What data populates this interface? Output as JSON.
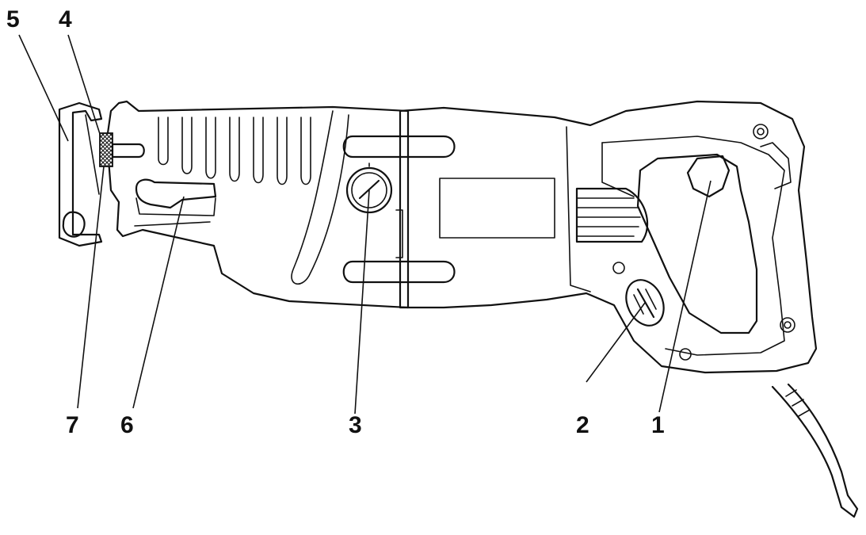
{
  "diagram": {
    "colors": {
      "housing_gray": "#c6c6c6",
      "outline": "#111111",
      "body_white": "#ffffff"
    },
    "callouts": [
      {
        "id": "1",
        "label": "1"
      },
      {
        "id": "2",
        "label": "2"
      },
      {
        "id": "3",
        "label": "3"
      },
      {
        "id": "4",
        "label": "4"
      },
      {
        "id": "5",
        "label": "5"
      },
      {
        "id": "6",
        "label": "6"
      },
      {
        "id": "7",
        "label": "7"
      }
    ]
  }
}
